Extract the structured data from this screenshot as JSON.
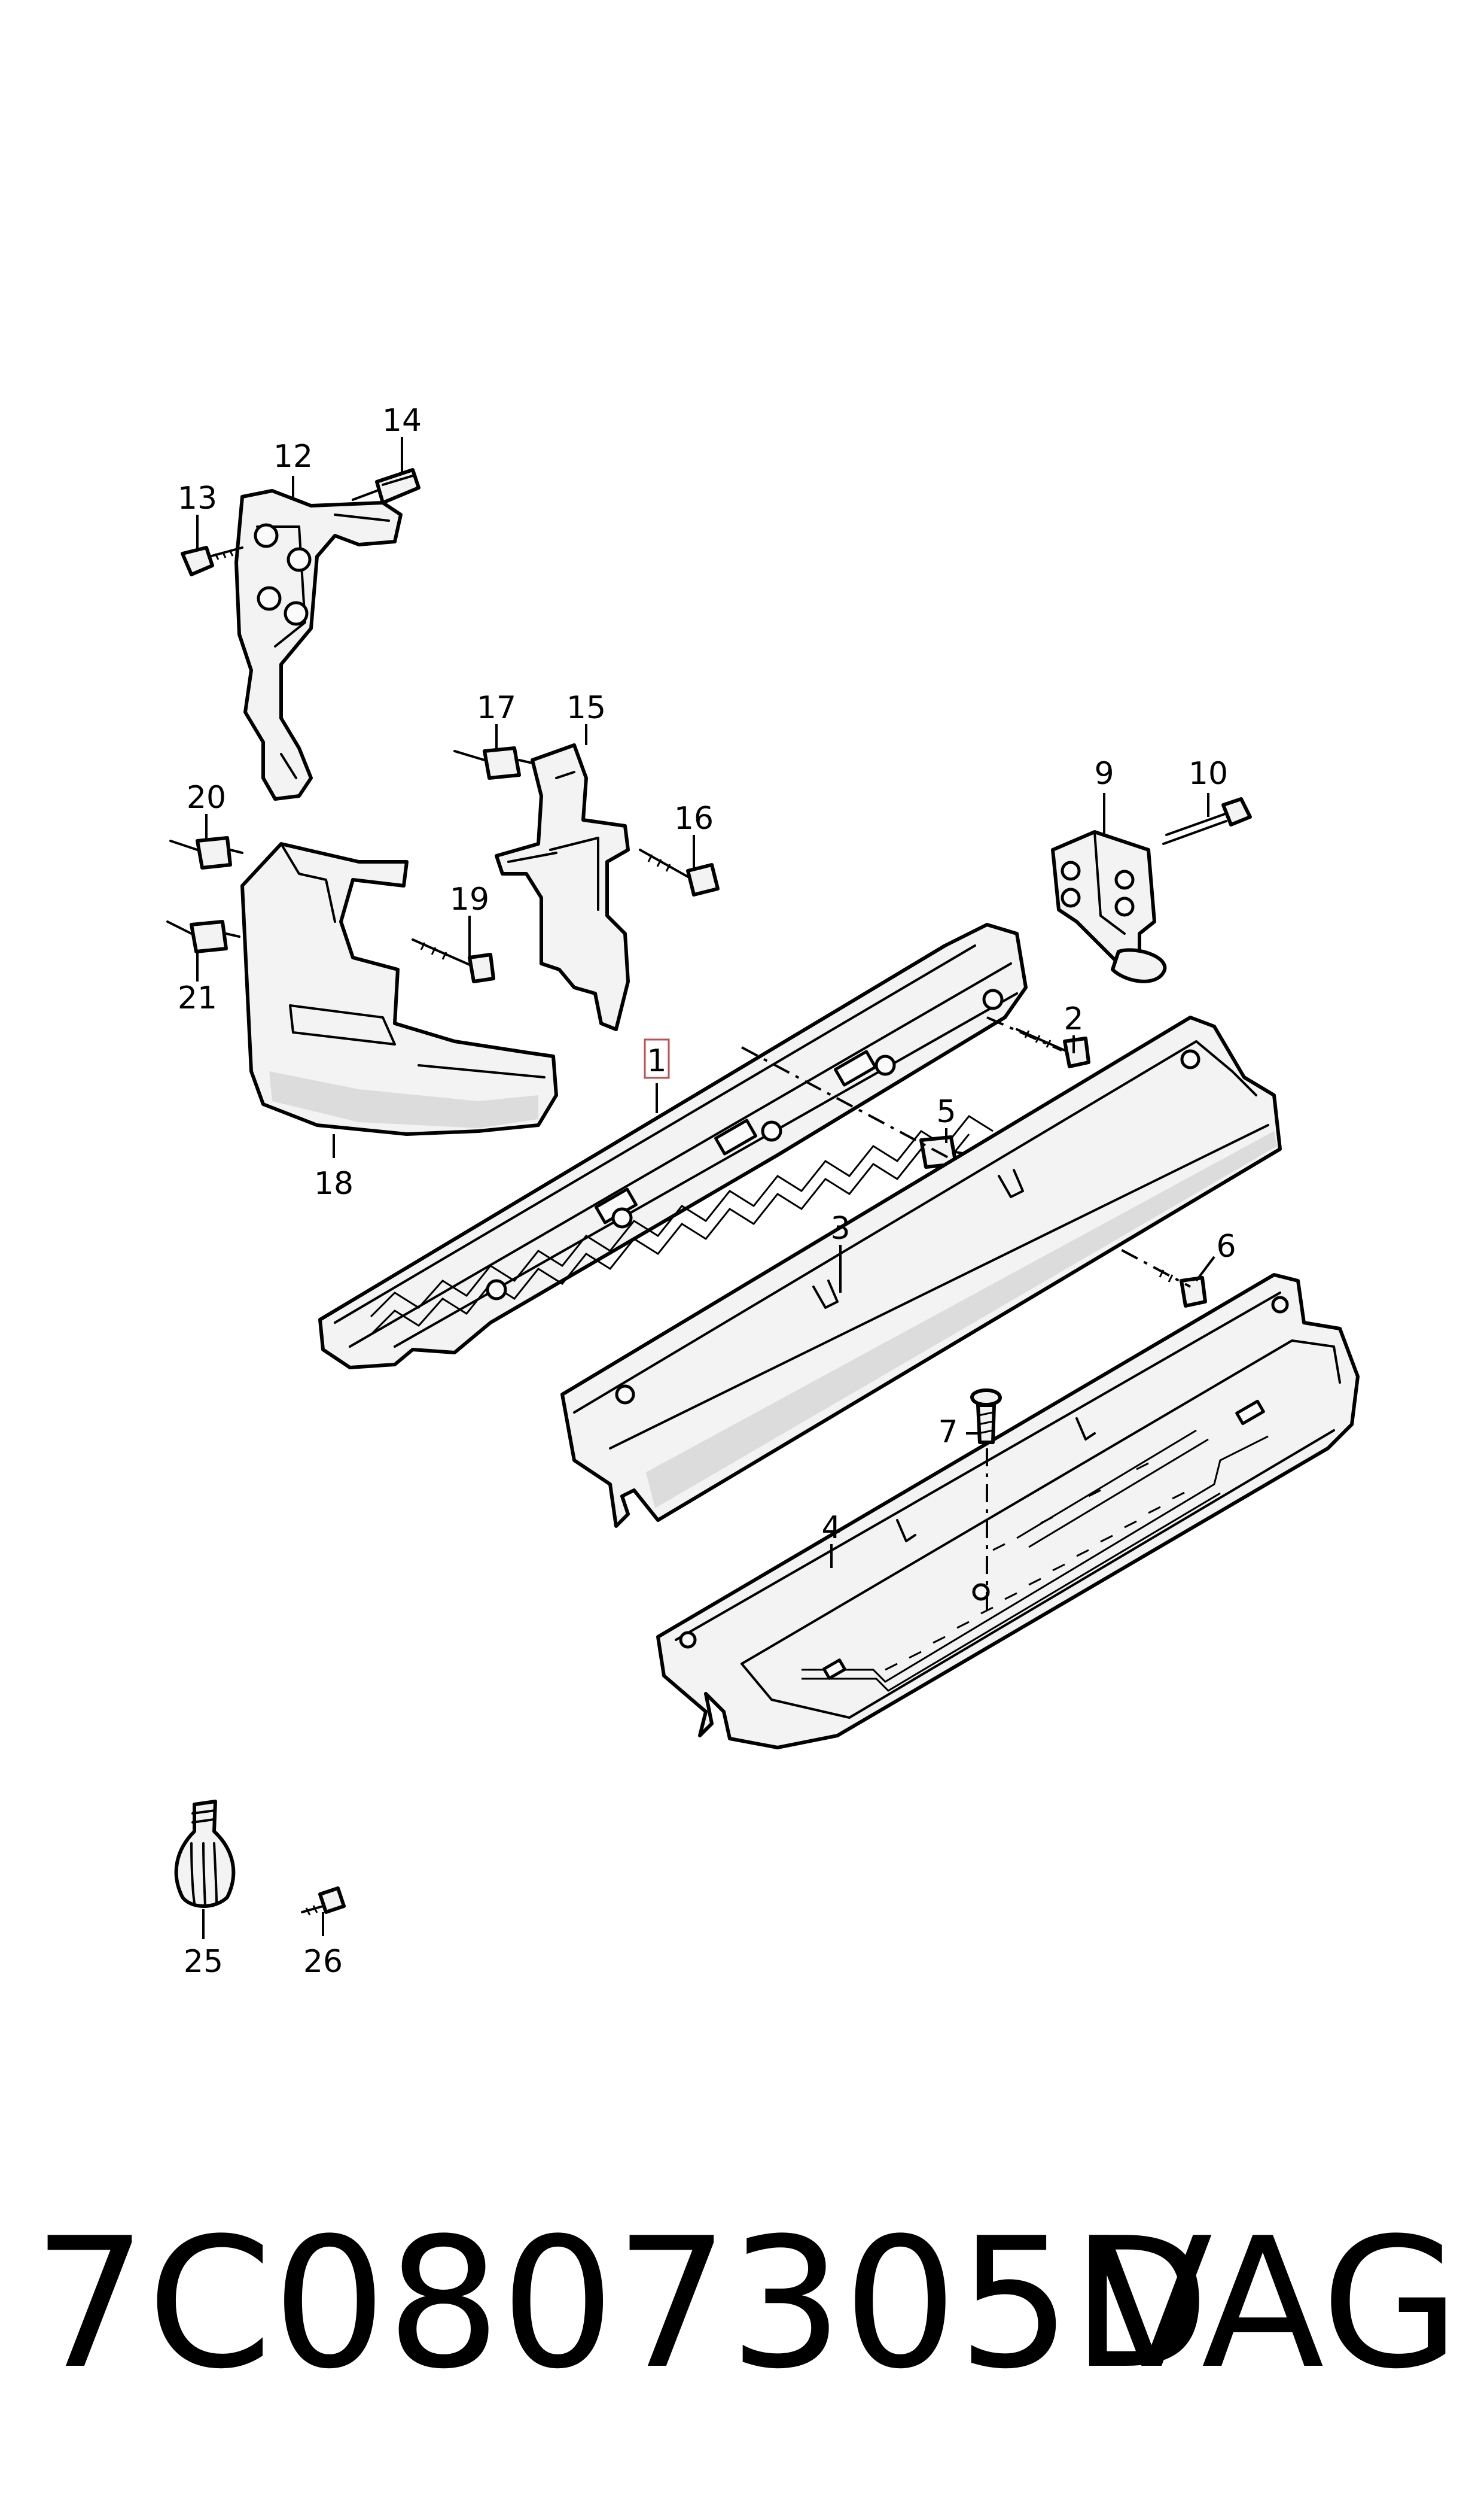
{
  "callouts": [
    {
      "id": "c1",
      "text": "1"
    },
    {
      "id": "c2",
      "text": "2"
    },
    {
      "id": "c3",
      "text": "3"
    },
    {
      "id": "c4",
      "text": "4"
    },
    {
      "id": "c5",
      "text": "5"
    },
    {
      "id": "c6",
      "text": "6"
    },
    {
      "id": "c7",
      "text": "7"
    },
    {
      "id": "c9",
      "text": "9"
    },
    {
      "id": "c10",
      "text": "10"
    },
    {
      "id": "c12",
      "text": "12"
    },
    {
      "id": "c13",
      "text": "13"
    },
    {
      "id": "c14",
      "text": "14"
    },
    {
      "id": "c15",
      "text": "15"
    },
    {
      "id": "c16",
      "text": "16"
    },
    {
      "id": "c17",
      "text": "17"
    },
    {
      "id": "c18",
      "text": "18"
    },
    {
      "id": "c19",
      "text": "19"
    },
    {
      "id": "c20",
      "text": "20"
    },
    {
      "id": "c21",
      "text": "21"
    },
    {
      "id": "c25",
      "text": "25"
    },
    {
      "id": "c26",
      "text": "26"
    }
  ],
  "footer": {
    "part_number": "7C0807305D",
    "brand": "VAG"
  },
  "colors": {
    "line": "#000000",
    "background": "#ffffff",
    "highlight_box": "#c05050"
  }
}
